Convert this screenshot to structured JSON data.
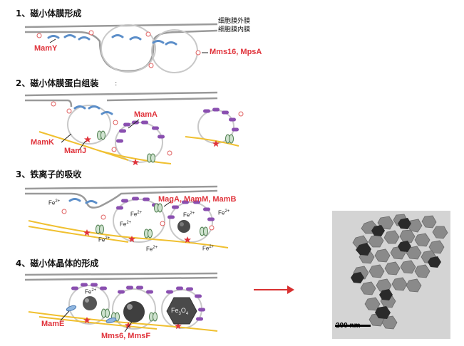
{
  "sections": [
    {
      "title": "1、磁小体膜形成"
    },
    {
      "title": "2、磁小体膜蛋白组装"
    },
    {
      "title": "3、铁离子的吸收"
    },
    {
      "title": "4、磁小体晶体的形成"
    }
  ],
  "membrane_labels": {
    "outer": "细胞膜外膜",
    "inner": "细胞膜内膜"
  },
  "proteins": {
    "mamy": "MamY",
    "mms16": "Mms16, MpsA",
    "mamk": "MamK",
    "mamj": "MamJ",
    "mama": "MamA",
    "magA": "MagA, MamM, MamB",
    "mame": "MamE",
    "mms6": "Mms6, MmsF"
  },
  "ions": {
    "fe_base": "Fe",
    "fe_charge": "2+"
  },
  "crystal_label": {
    "base": "Fe",
    "sub1": "3",
    "mid": "O",
    "sub2": "4"
  },
  "stray_mark": ":",
  "scale_bar": "200 nm",
  "colors": {
    "red_label": "#e0333b",
    "membrane": "#9a9a9a",
    "blue_protein": "#5b8ec9",
    "purple_protein": "#8a4fb0",
    "filament": "#f0c030",
    "arrow": "#d83030"
  }
}
